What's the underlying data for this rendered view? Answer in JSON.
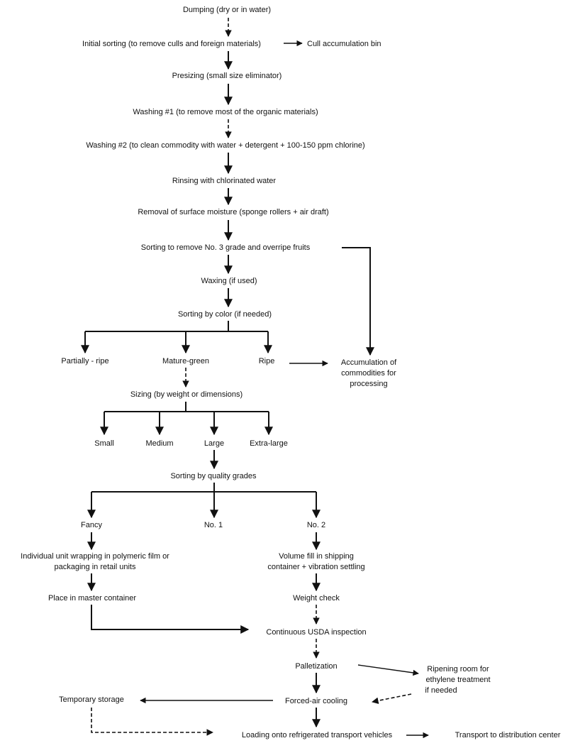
{
  "steps": {
    "dumping": "Dumping (dry or in water)",
    "initial_sorting": "Initial sorting (to remove culls and foreign materials)",
    "cull_bin": "Cull accumulation bin",
    "presizing": "Presizing (small size eliminator)",
    "washing1": "Washing #1 (to remove most of the organic materials)",
    "washing2": "Washing #2 (to clean commodity with water + detergent + 100-150 ppm chlorine)",
    "rinsing": "Rinsing with chlorinated water",
    "moisture": "Removal of surface moisture (sponge rollers + air draft)",
    "sorting_grade3": "Sorting to remove No. 3 grade and overripe fruits",
    "waxing": "Waxing (if used)",
    "sorting_color": "Sorting by color (if needed)",
    "partially_ripe": "Partially - ripe",
    "mature_green": "Mature-green",
    "ripe": "Ripe",
    "accumulation_1": "Accumulation of",
    "accumulation_2": "commodities for",
    "accumulation_3": "processing",
    "sizing": "Sizing (by weight or dimensions)",
    "small": "Small",
    "medium": "Medium",
    "large": "Large",
    "extra_large": "Extra-large",
    "sorting_quality": "Sorting by quality grades",
    "fancy": "Fancy",
    "no1": "No. 1",
    "no2": "No. 2",
    "wrapping_1": "Individual unit wrapping in polymeric film or",
    "wrapping_2": "packaging in retail units",
    "volume_fill_1": "Volume fill in shipping",
    "volume_fill_2": "container + vibration settling",
    "master_container": "Place in master container",
    "weight_check": "Weight check",
    "usda": "Continuous USDA inspection",
    "palletization": "Palletization",
    "ripening_1": "Ripening room for",
    "ripening_2": "ethylene treatment",
    "ripening_3": "if needed",
    "temporary_storage": "Temporary storage",
    "forced_air": "Forced-air cooling",
    "loading": "Loading onto refrigerated transport vehicles",
    "transport": "Transport to distribution center"
  }
}
